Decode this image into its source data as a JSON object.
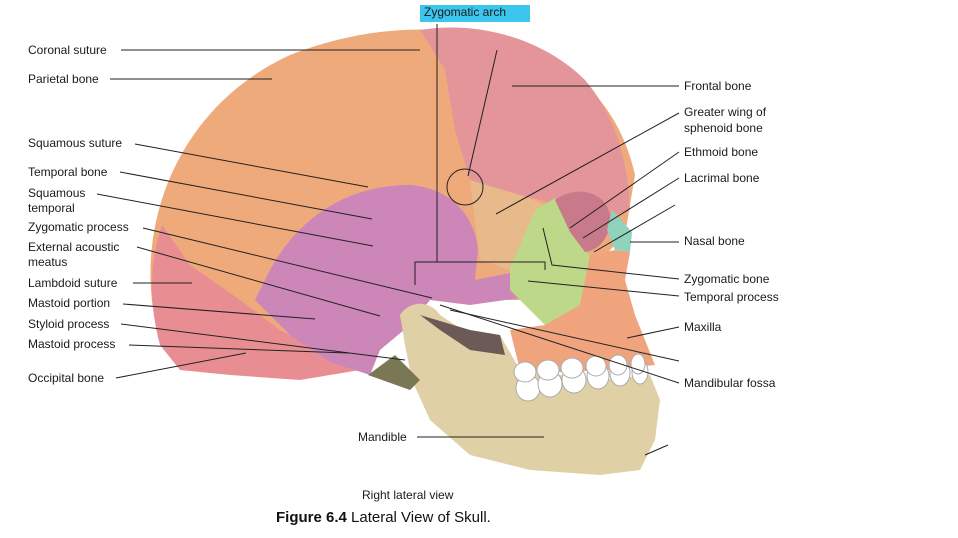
{
  "labels": {
    "zygomatic_arch": "Zygomatic arch",
    "coronal_suture": "Coronal suture",
    "parietal_bone": "Parietal bone",
    "squamous_suture": "Squamous suture",
    "temporal_bone": "Temporal bone",
    "squamous_temporal_1": "Squamous",
    "squamous_temporal_2": "temporal",
    "zygomatic_process": "Zygomatic process",
    "external_acoustic_1": "External acoustic",
    "external_acoustic_2": "meatus",
    "lambdoid_suture": "Lambdoid suture",
    "mastoid_portion": "Mastoid portion",
    "styloid_process": "Styloid process",
    "mastoid_process": "Mastoid process",
    "occipital_bone": "Occipital bone",
    "mandible": "Mandible",
    "frontal_bone": "Frontal bone",
    "greater_wing_1": "Greater wing of",
    "greater_wing_2": "sphenoid bone",
    "ethmoid_bone": "Ethmoid bone",
    "lacrimal_bone": "Lacrimal bone",
    "nasal_bone": "Nasal bone",
    "zygomatic_bone": "Zygomatic bone",
    "temporal_process": "Temporal process",
    "maxilla": "Maxilla",
    "mandibular_fossa": "Mandibular fossa"
  },
  "caption": {
    "view": "Right lateral view",
    "figure_number": "Figure 6.4",
    "figure_title": " Lateral View of Skull."
  },
  "colors": {
    "parietal": "#efaa7c",
    "frontal": "#e3959a",
    "temporal": "#cc86b8",
    "occipital": "#e88e93",
    "sphenoid": "#e8b98a",
    "zygomatic": "#bcd888",
    "nasal": "#8fd3bd",
    "maxilla": "#f0a47e",
    "mandible": "#dfd0a6",
    "teeth": "#ffffff",
    "highlight": "#3cc6ee"
  }
}
